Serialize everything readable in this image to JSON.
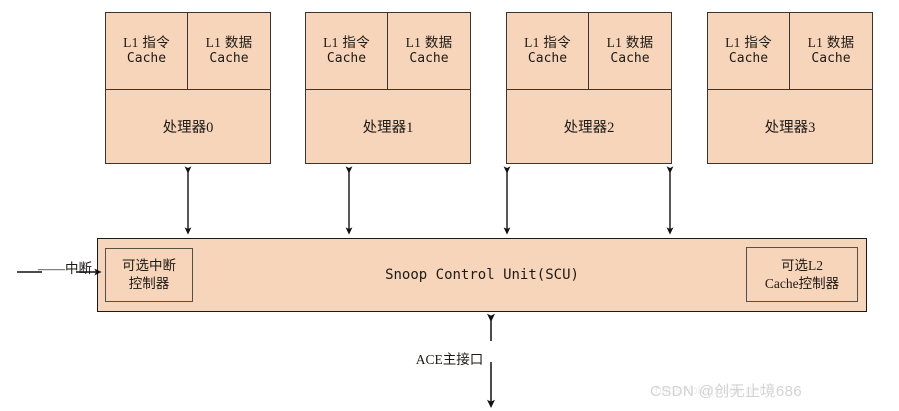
{
  "diagram": {
    "title": "ARM MPCore Snoop Control Unit block diagram",
    "colors": {
      "block_fill": "#f7d5ba",
      "block_border": "#3a3530",
      "bar_border": "#1a1a1a",
      "text": "#1d1a16",
      "watermark": "#d3d3d3"
    },
    "processors": [
      {
        "id": "processor-0",
        "icache_line1": "L1 指令",
        "icache_line2": "Cache",
        "dcache_line1": "L1 数据",
        "dcache_line2": "Cache",
        "label": "处理器0"
      },
      {
        "id": "processor-1",
        "icache_line1": "L1 指令",
        "icache_line2": "Cache",
        "dcache_line1": "L1 数据",
        "dcache_line2": "Cache",
        "label": "处理器1"
      },
      {
        "id": "processor-2",
        "icache_line1": "L1 指令",
        "icache_line2": "Cache",
        "dcache_line1": "L1 数据",
        "dcache_line2": "Cache",
        "label": "处理器2"
      },
      {
        "id": "processor-3",
        "icache_line1": "L1 指令",
        "icache_line2": "Cache",
        "dcache_line1": "L1 数据",
        "dcache_line2": "Cache",
        "label": "处理器3"
      }
    ],
    "scu": {
      "title": "Snoop Control Unit(SCU)",
      "interrupt_controller": {
        "line1": "可选中断",
        "line2": "控制器"
      },
      "l2_controller": {
        "line1": "可选L2",
        "line2": "Cache控制器"
      }
    },
    "connectors": {
      "interrupt_label": "——中断",
      "ace_label": "ACE主接口"
    },
    "watermark": {
      "text": "CSDN @创无止境686",
      "url": "https://blog.csdn.net"
    }
  }
}
